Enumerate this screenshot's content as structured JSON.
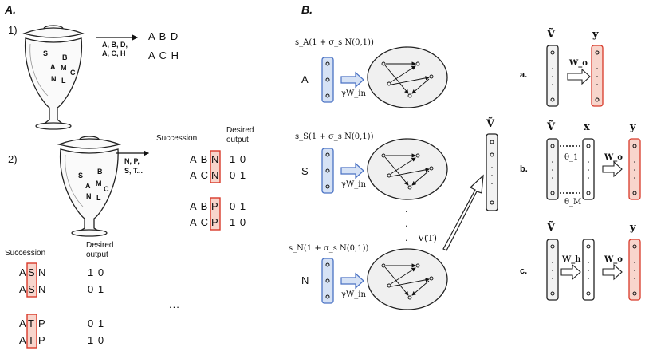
{
  "panelA": {
    "label": "A.",
    "item1": {
      "num": "1)",
      "urn_letters": [
        "S",
        "B",
        "A",
        "M",
        "C",
        "N",
        "L"
      ],
      "draw_text": [
        "A, B, D,",
        "A, C, H"
      ],
      "sequences": [
        "A B D",
        "A C H"
      ]
    },
    "item2": {
      "num": "2)",
      "urn_letters": [
        "S",
        "B",
        "A",
        "M",
        "C",
        "N",
        "L"
      ],
      "draw_text": [
        "N, P,",
        "S, T..."
      ],
      "succession_header": "Succession",
      "desired_header": [
        "Desired",
        "output"
      ],
      "rows_right": [
        {
          "prefix": "A B",
          "last": "N",
          "out": "1 0"
        },
        {
          "prefix": "A C",
          "last": "N",
          "out": "0 1"
        },
        {
          "prefix": "A B",
          "last": "P",
          "out": "0 1"
        },
        {
          "prefix": "A C",
          "last": "P",
          "out": "1 0"
        }
      ],
      "rows_left": [
        {
          "first": "A",
          "mid": "S",
          "last": "N",
          "out": "1 0"
        },
        {
          "first": "A",
          "mid": "S",
          "last": "N",
          "out": "0 1"
        },
        {
          "first": "A",
          "mid": "T",
          "last": "P",
          "out": "0 1"
        },
        {
          "first": "A",
          "mid": "T",
          "last": "P",
          "out": "1 0"
        }
      ],
      "ellipsis": "..."
    }
  },
  "panelB": {
    "label": "B.",
    "inputs": [
      {
        "formula": "s_A(1 + σ_s N(0,1))",
        "letter": "A",
        "weight": "γW_in"
      },
      {
        "formula": "s_S(1 + σ_s N(0,1))",
        "letter": "S",
        "weight": "γW_in"
      },
      {
        "formula": "s_N(1 + σ_s N(0,1))",
        "letter": "N",
        "weight": "γW_in"
      }
    ],
    "vdots": ".",
    "state_label": "V(T)",
    "v_tilde": "Ṽ",
    "readouts": [
      {
        "label": "a.",
        "wo": "W_o",
        "y": "y"
      },
      {
        "label": "b.",
        "x": "x",
        "theta1": "θ_1",
        "thetaM": "θ_M",
        "wo": "W_o",
        "y": "y"
      },
      {
        "label": "c.",
        "wh": "W_h",
        "wo": "W_o",
        "y": "y"
      }
    ]
  },
  "colors": {
    "blue_fill": "#d6e2f5",
    "blue_stroke": "#4a72c4",
    "red_fill": "#f8d5cc",
    "red_stroke": "#d83a2a",
    "reservoir_fill": "#f0f0f0",
    "column_fill": "#f2f2f2"
  }
}
